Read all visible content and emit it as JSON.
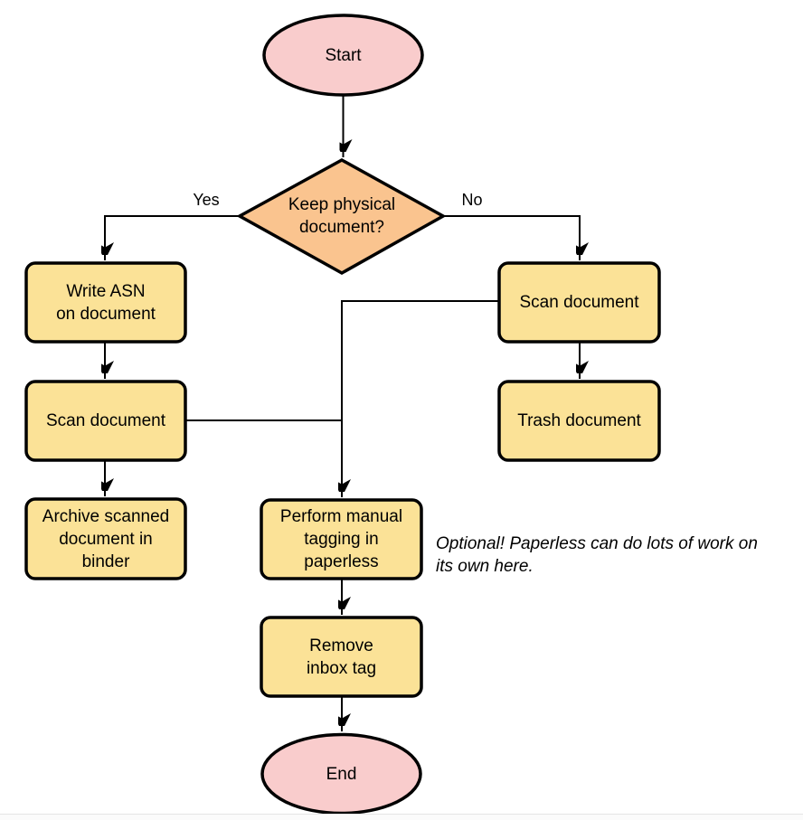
{
  "diagram": {
    "name": "Paperless document processing flowchart",
    "colors": {
      "terminal_fill": "#f9cccc",
      "decision_fill": "#fac48f",
      "process_fill": "#fbe297",
      "shape_stroke": "#000000",
      "edge_stroke": "#000000"
    },
    "nodes": {
      "start": {
        "label": "Start"
      },
      "decision": {
        "lines": [
          "Keep physical",
          "document?"
        ]
      },
      "write_asn": {
        "lines": [
          "Write ASN",
          "on document"
        ]
      },
      "scan_yes": {
        "label": "Scan document"
      },
      "archive": {
        "lines": [
          "Archive scanned",
          "document in",
          "binder"
        ]
      },
      "scan_no": {
        "label": "Scan document"
      },
      "trash": {
        "label": "Trash document"
      },
      "tagging": {
        "lines": [
          "Perform manual",
          "tagging in",
          "paperless"
        ]
      },
      "remove_inbox": {
        "lines": [
          "Remove",
          "inbox tag"
        ]
      },
      "end": {
        "label": "End"
      }
    },
    "edge_labels": {
      "yes": "Yes",
      "no": "No"
    },
    "note": {
      "lines": [
        "Optional! Paperless can do lots of work on",
        "its own here."
      ]
    }
  }
}
